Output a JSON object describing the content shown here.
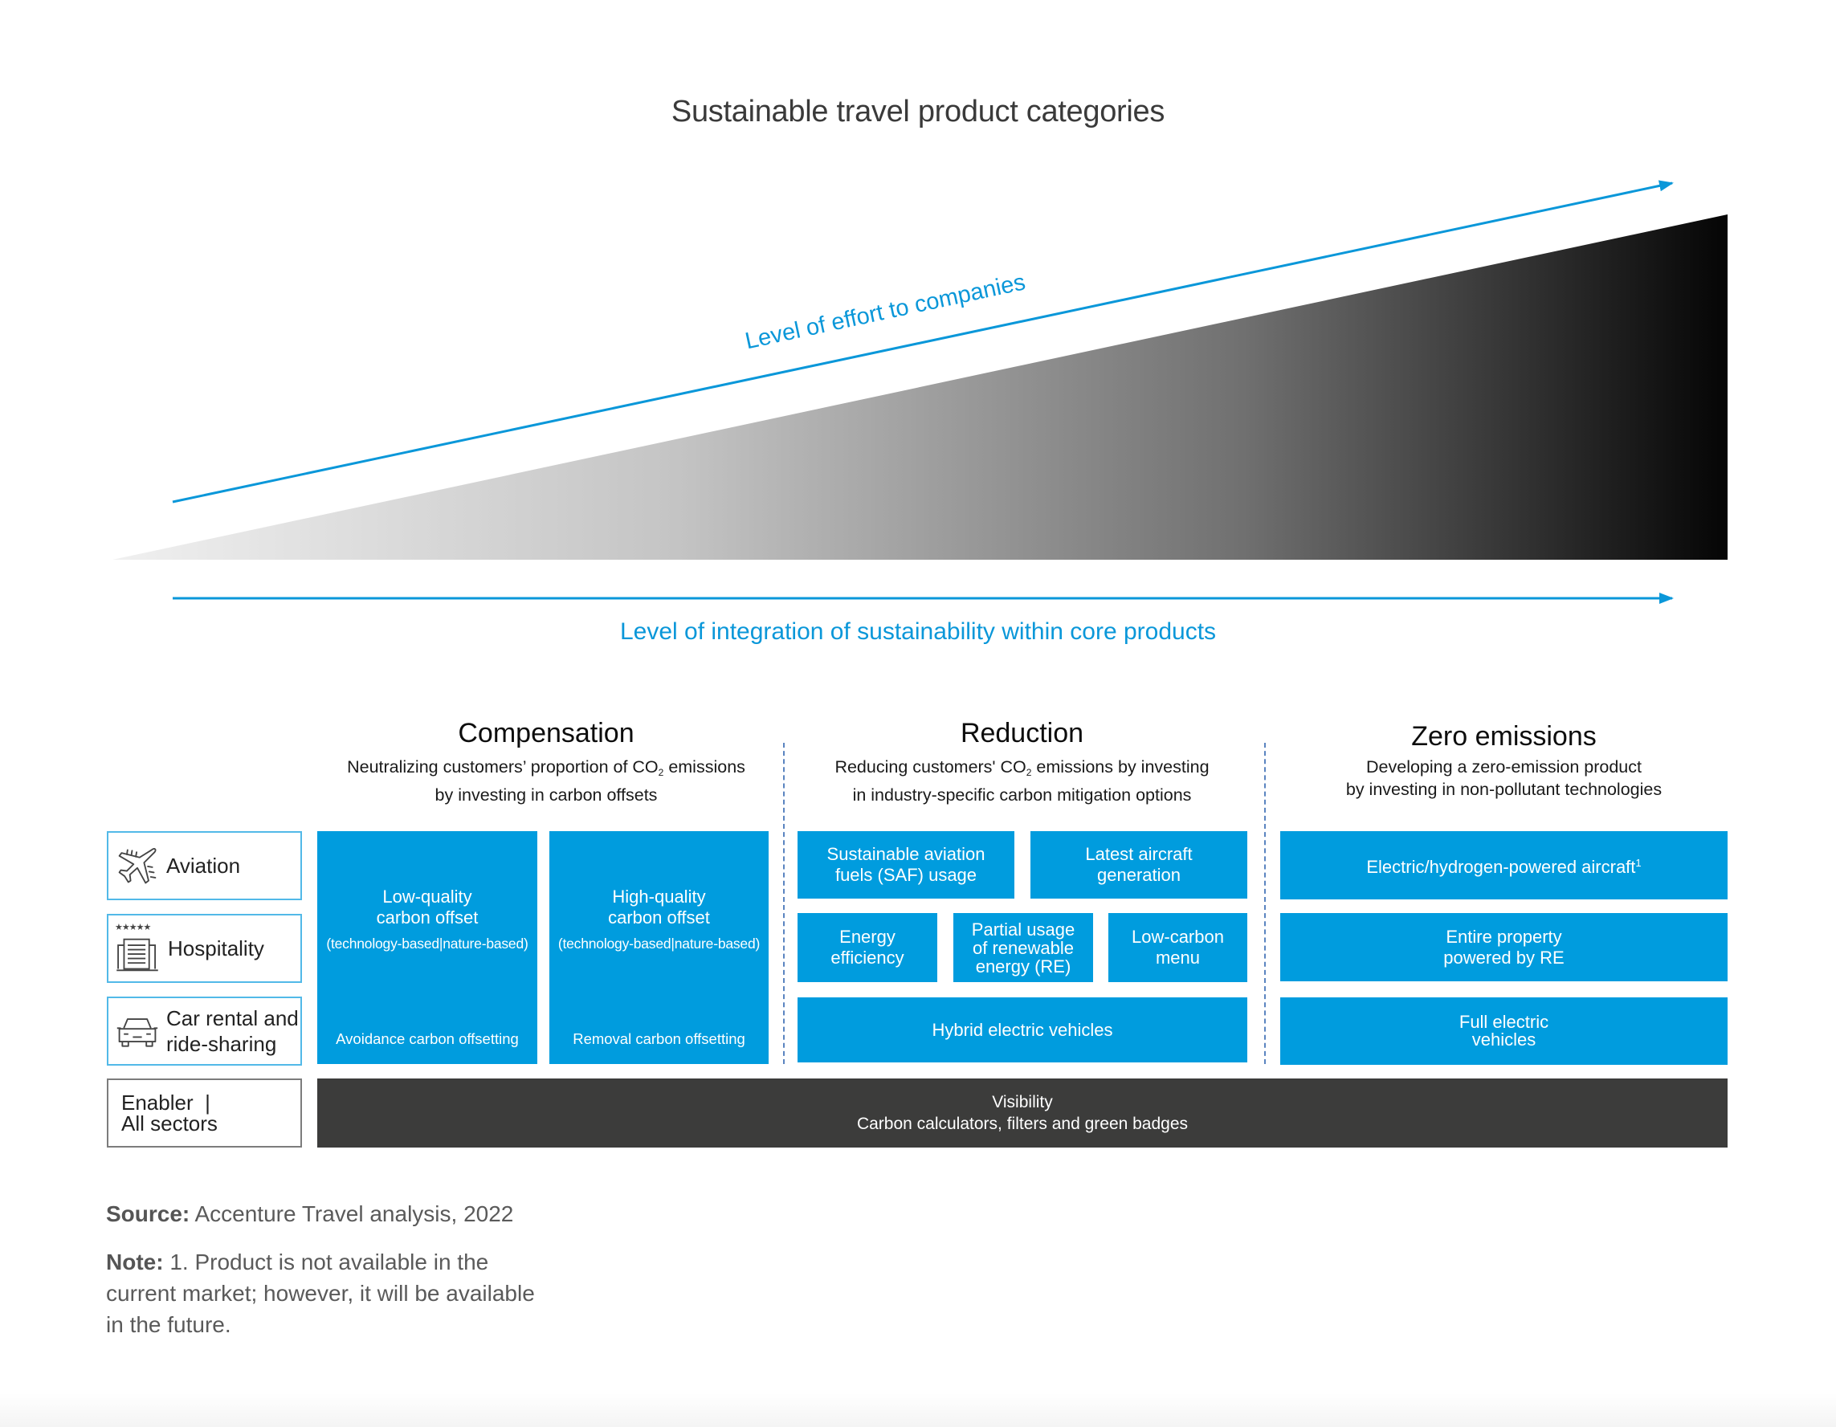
{
  "title": "Sustainable travel product categories",
  "axes": {
    "effort_label": "Level of effort to companies",
    "integration_label": "Level of integration of sustainability within core products"
  },
  "colors": {
    "accent_blue": "#009cde",
    "arrow_blue": "#0a97d9",
    "enabler_dark": "#3c3c3b",
    "divider_blue": "#5a84c0"
  },
  "columns": [
    {
      "title": "Compensation",
      "desc_line1_pre": "Neutralizing customers’ proportion of CO",
      "desc_line1_sub": "2",
      "desc_line1_post": " emissions",
      "desc_line2": "by investing in carbon offsets"
    },
    {
      "title": "Reduction",
      "desc_line1_pre": "Reducing customers' CO",
      "desc_line1_sub": "2",
      "desc_line1_post": " emissions by investing",
      "desc_line2": "in industry-specific carbon mitigation options"
    },
    {
      "title": "Zero emissions",
      "desc_line1_pre": "Developing a zero-emission product",
      "desc_line1_sub": "",
      "desc_line1_post": "",
      "desc_line2": "by investing in non-pollutant technologies"
    }
  ],
  "sectors": [
    {
      "label": "Aviation",
      "icon": "airplane-icon"
    },
    {
      "label_line1": "Hospitality",
      "icon": "hotel-icon",
      "stars": "★★★★★"
    },
    {
      "label_line1": "Car rental and",
      "label_line2": "ride-sharing",
      "icon": "car-icon"
    },
    {
      "label_line1": "Enabler  |",
      "label_line2": "All sectors"
    }
  ],
  "compensation": [
    {
      "line1": "Low-quality",
      "line2": "carbon offset",
      "paren": "(technology-based|nature-based)",
      "foot": "Avoidance carbon offsetting"
    },
    {
      "line1": "High-quality",
      "line2": "carbon offset",
      "paren": "(technology-based|nature-based)",
      "foot": "Removal carbon offsetting"
    }
  ],
  "reduction": {
    "aviation": [
      {
        "line1": "Sustainable aviation",
        "line2": "fuels (SAF) usage"
      },
      {
        "line1": "Latest aircraft",
        "line2": "generation"
      }
    ],
    "hospitality": [
      {
        "line1": "Energy",
        "line2": "efficiency"
      },
      {
        "line1": "Partial usage",
        "line2": "of renewable",
        "line3": "energy (RE)"
      },
      {
        "line1": "Low-carbon",
        "line2": "menu"
      }
    ],
    "car": [
      {
        "line1": "Hybrid electric vehicles"
      }
    ]
  },
  "zero_emissions": {
    "aviation": {
      "line1": "Electric/hydrogen-powered aircraft",
      "sup": "1"
    },
    "hospitality": {
      "line1": "Entire property",
      "line2": "powered by RE"
    },
    "car": {
      "line1": "Full electric",
      "line2": "vehicles"
    }
  },
  "enabler": {
    "title": "Visibility",
    "desc": "Carbon calculators, filters and green badges"
  },
  "footer": {
    "source_label": "Source:",
    "source_text": " Accenture Travel analysis, 2022",
    "note_label": "Note:",
    "note_line1": " 1. Product is not available in the",
    "note_line2": "current market; however, it will be available",
    "note_line3": "in the future."
  }
}
